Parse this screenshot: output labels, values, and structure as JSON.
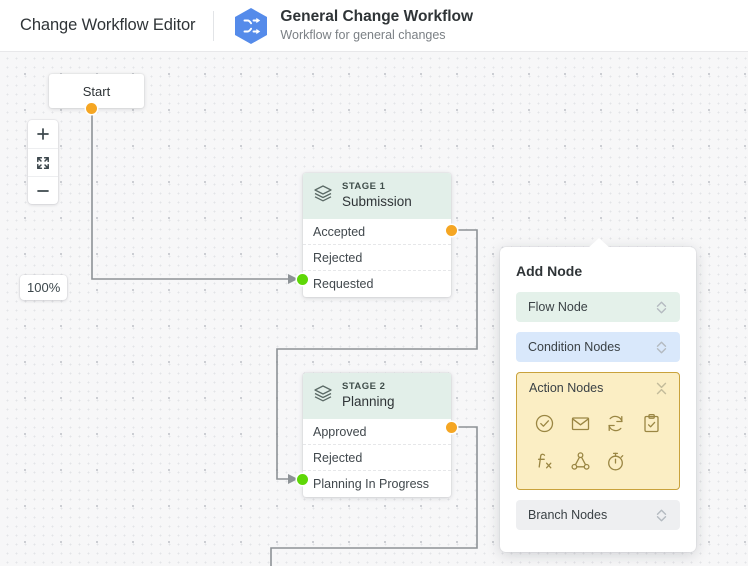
{
  "header": {
    "editor_title": "Change Workflow Editor",
    "badge_icon": "shuffle-icon",
    "badge_color": "#558bea",
    "workflow_name": "General Change Workflow",
    "workflow_subtitle": "Workflow for general changes"
  },
  "canvas": {
    "zoom_controls": [
      {
        "name": "zoom-in-button",
        "icon": "plus-icon"
      },
      {
        "name": "fit-to-screen-button",
        "icon": "expand-icon"
      },
      {
        "name": "zoom-out-button",
        "icon": "minus-icon"
      }
    ],
    "zoom_level": "100%"
  },
  "nodes": {
    "start": {
      "label": "Start"
    },
    "stages": [
      {
        "kicker": "STAGE 1",
        "name": "Submission",
        "icon": "layers-icon",
        "rows": [
          "Accepted",
          "Rejected",
          "Requested"
        ]
      },
      {
        "kicker": "STAGE 2",
        "name": "Planning",
        "icon": "layers-icon",
        "rows": [
          "Approved",
          "Rejected",
          "Planning In Progress"
        ]
      }
    ]
  },
  "panel": {
    "title": "Add Node",
    "categories": [
      {
        "label": "Flow Node",
        "state": "collapsed",
        "chevron": "chevron-updown-icon",
        "color": "#e4f1ea"
      },
      {
        "label": "Condition Nodes",
        "state": "collapsed",
        "chevron": "chevron-updown-icon",
        "color": "#d9e8fb"
      },
      {
        "label": "Action Nodes",
        "state": "expanded",
        "chevron": "collapse-x-icon",
        "color": "#fbeec4"
      },
      {
        "label": "Branch Nodes",
        "state": "collapsed",
        "chevron": "chevron-updown-icon",
        "color": "#eeeff1"
      }
    ],
    "action_icons": [
      "check-circle-icon",
      "envelope-icon",
      "sync-icon",
      "clipboard-check-icon",
      "function-fx-icon",
      "share-network-icon",
      "timer-icon"
    ]
  },
  "colors": {
    "accent_blue": "#558bea",
    "output_port": "#f5a623",
    "input_port": "#5ed706",
    "stage_header": "#e2efe9",
    "edge": "#8d9296"
  }
}
